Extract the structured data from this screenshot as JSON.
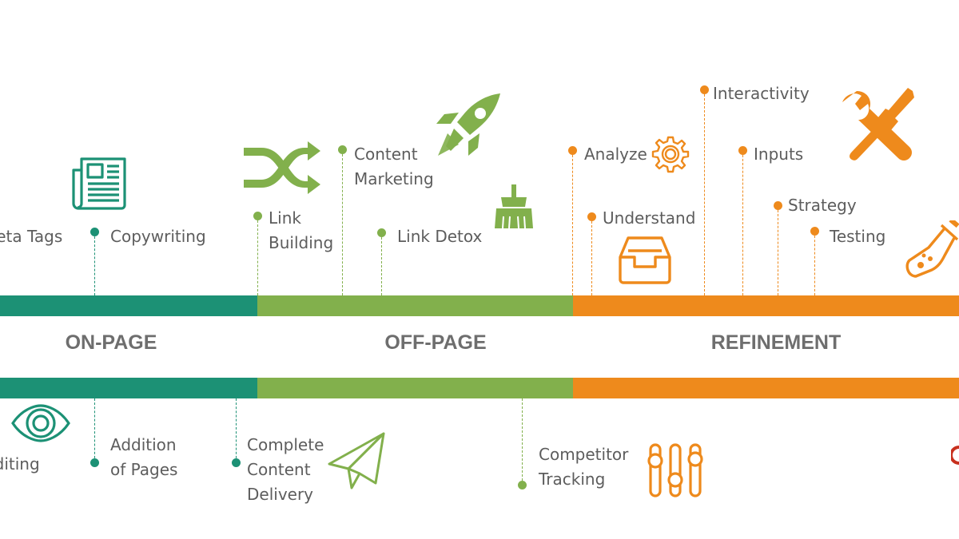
{
  "phases": {
    "on_page": "ON-PAGE",
    "off_page": "OFF-PAGE",
    "refinement": "REFINEMENT"
  },
  "top_items": {
    "meta_tags": "Meta Tags",
    "copywriting": "Copywriting",
    "link_building": "Link\nBuilding",
    "content_marketing": "Content\nMarketing",
    "link_detox": "Link Detox",
    "analyze": "Analyze",
    "understand": "Understand",
    "interactivity": "Interactivity",
    "inputs": "Inputs",
    "strategy": "Strategy",
    "testing": "Testing"
  },
  "bottom_items": {
    "editing": "Editing",
    "addition_of_pages": "Addition\nof Pages",
    "complete_content_delivery": "Complete\nContent\nDelivery",
    "competitor_tracking": "Competitor\nTracking"
  },
  "colors": {
    "on_page": "#1c9175",
    "off_page": "#82b04c",
    "refinement": "#ee8a1c",
    "label_text": "#5d5d5d",
    "phase_text": "#6e6e6e"
  },
  "icons": [
    "newspaper-icon",
    "shuffle-icon",
    "rocket-icon",
    "broom-icon",
    "gear-icon",
    "inbox-tray-icon",
    "wrench-screwdriver-icon",
    "flask-icon",
    "eye-icon",
    "paper-plane-icon",
    "equalizer-sliders-icon",
    "target-icon"
  ]
}
